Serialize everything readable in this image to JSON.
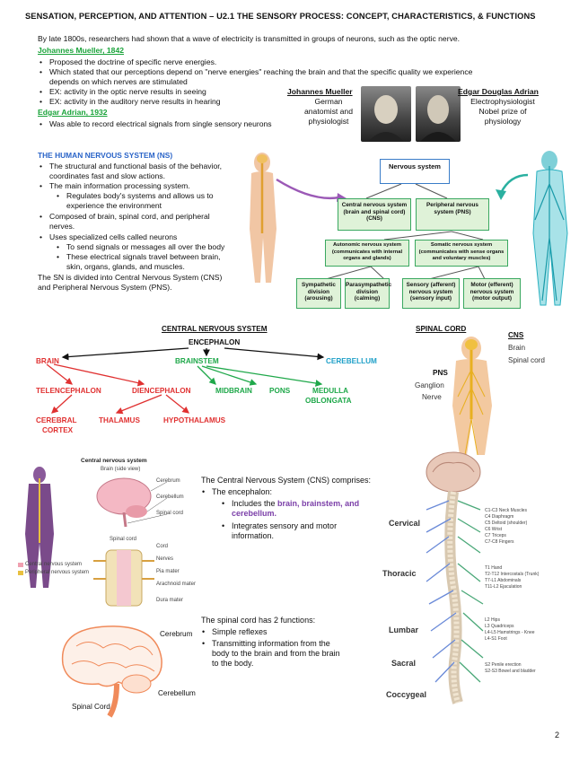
{
  "header": {
    "title": "SENSATION, PERCEPTION, AND ATTENTION – U2.1 THE SENSORY PROCESS: CONCEPT, CHARACTERISTICS, & FUNCTIONS"
  },
  "intro": {
    "line1": "By late 1800s, researchers had shown that a wave of electricity is transmitted in groups of neurons, such as the optic nerve.",
    "mueller_heading": "Johannes Mueller, 1842",
    "mueller_b1": "Proposed the doctrine of specific nerve energies.",
    "mueller_b2": "Which stated that our perceptions depend on \"nerve energies\" reaching the brain and that the specific quality we experience",
    "mueller_b2_cont": "depends on which nerves are stimulated",
    "mueller_b3": "EX: activity in the optic nerve results in seeing",
    "mueller_b4": "EX: activity in the auditory nerve results in hearing",
    "adrian_heading": "Edgar Adrian, 1932",
    "adrian_b1": "Was able to record electrical signals from single sensory neurons"
  },
  "portraits": {
    "mueller": {
      "name": "Johannes Mueller",
      "role1": "German",
      "role2": "anatomist and",
      "role3": "physiologist"
    },
    "adrian": {
      "name": "Edgar Douglas Adrian",
      "role1": "Electrophysiologist",
      "role2": "Nobel prize of",
      "role3": "physiology"
    }
  },
  "ns": {
    "heading": "THE HUMAN NERVOUS SYSTEM (NS)",
    "b1": "The structural and functional basis of the behavior,",
    "b1_cont": "coordinates fast and slow actions.",
    "b2": "The main information processing system.",
    "b2_sub": "Regulates body's systems and allows us to",
    "b2_sub_cont": "experience the environment",
    "b3": "Composed of brain, spinal cord, and peripheral",
    "b3_cont": "nerves.",
    "b4": "Uses specialized cells called neurons",
    "b4_sub1": "To send signals or messages all over the body",
    "b4_sub2": "These electrical signals travel between brain,",
    "b4_sub2_cont": "skin, organs, glands, and muscles.",
    "closing1": "The SN is divided into Central Nervous System (CNS)",
    "closing2": "and Peripheral Nervous System (PNS)."
  },
  "flow": {
    "root": "Nervous system",
    "cns": "Central nervous system (brain and spinal cord) (CNS)",
    "pns": "Peripheral nervous system (PNS)",
    "autonomic": "Autonomic nervous system (communicates with internal organs and glands)",
    "somatic": "Somatic nervous system (communicates with sense organs and voluntary muscles)",
    "sympathetic": "Sympathetic division (arousing)",
    "parasympathetic": "Parasympathetic division (calming)",
    "sensory": "Sensory (afferent) nervous system (sensory input)",
    "motor": "Motor (efferent) nervous system (motor output)"
  },
  "cns_tree": {
    "heading": "CENTRAL NERVOUS SYSTEM",
    "encephalon": "ENCEPHALON",
    "brain": "BRAIN",
    "brainstem": "BRAINSTEM",
    "cerebellum": "CEREBELLUM",
    "telencephalon": "TELENCEPHALON",
    "diencephalon": "DIENCEPHALON",
    "midbrain": "MIDBRAIN",
    "pons": "PONS",
    "medulla": "MEDULLA",
    "oblongata": "OBLONGATA",
    "cerebral": "CEREBRAL",
    "cortex": "CORTEX",
    "thalamus": "THALAMUS",
    "hypothalamus": "HYPOTHALAMUS"
  },
  "spinal_fig": {
    "heading": "SPINAL CORD",
    "cns": "CNS",
    "brain": "Brain",
    "spinal_cord": "Spinal cord",
    "pns": "PNS",
    "ganglion": "Ganglion",
    "nerve": "Nerve"
  },
  "diagram_small": {
    "title": "Central nervous system",
    "brain_side": "Brain (side view)",
    "cerebrum": "Cerebrum",
    "cerebellum": "Cerebellum",
    "spinal_cord": "Spinal cord",
    "spinal_cord_2": "Spinal cord",
    "cord": "Cord",
    "nerves": "Nerves",
    "pia": "Pia mater",
    "arachnoid": "Arachnoid mater",
    "dura": "Dura mater",
    "legend_cns": "Central nervous system",
    "legend_pns": "Peripheral nervous system"
  },
  "cns_text": {
    "line1": "The Central Nervous System (CNS) comprises:",
    "b1": "The encephalon:",
    "sub1": "Includes the brain, brainstem, and",
    "sub1_cont": "cerebellum.",
    "sub2": "Integrates sensory and motor",
    "sub2_cont": "information."
  },
  "spinal_text": {
    "line1": "The spinal cord has 2 functions:",
    "b1": "Simple reflexes",
    "b2": "Transmitting information from the",
    "b2_cont": "body to the brain and from the brain",
    "b2_cont2": "to the body."
  },
  "brain_fig": {
    "cerebrum": "Cerebrum",
    "cerebellum": "Cerebellum",
    "spinal_cord": "Spinal Cord"
  },
  "spine_fig": {
    "cervical": "Cervical",
    "thoracic": "Thoracic",
    "lumbar": "Lumbar",
    "sacral": "Sacral",
    "coccygeal": "Coccygeal",
    "r1": "C1-C3  Neck Muscles",
    "r2": "C4  Diaphragm",
    "r3": "C5  Deltoid (shoulder)",
    "r4": "C6  Wrist",
    "r5": "C7  Triceps",
    "r6": "C7-C8  Fingers",
    "r7": "T1  Hand",
    "r8": "T2-T12  Intercostals (Trunk)",
    "r9": "T7-L1  Abdominals",
    "r10": "T11-L2  Ejaculation",
    "r11": "L2  Hips",
    "r12": "L3  Quadriceps",
    "r13": "L4-L5  Hamstrings - Knee",
    "r14": "L4-S1  Foot",
    "r15": "S2  Penile erection",
    "r16": "S2-S3  Bowel and bladder"
  },
  "page_number": "2",
  "colors": {
    "green_heading": "#1aa33a",
    "blue_heading": "#2a64c8",
    "red": "#e03131",
    "green": "#1fa84a",
    "cyan": "#1fa0c8",
    "purple": "#7b3fa8"
  }
}
